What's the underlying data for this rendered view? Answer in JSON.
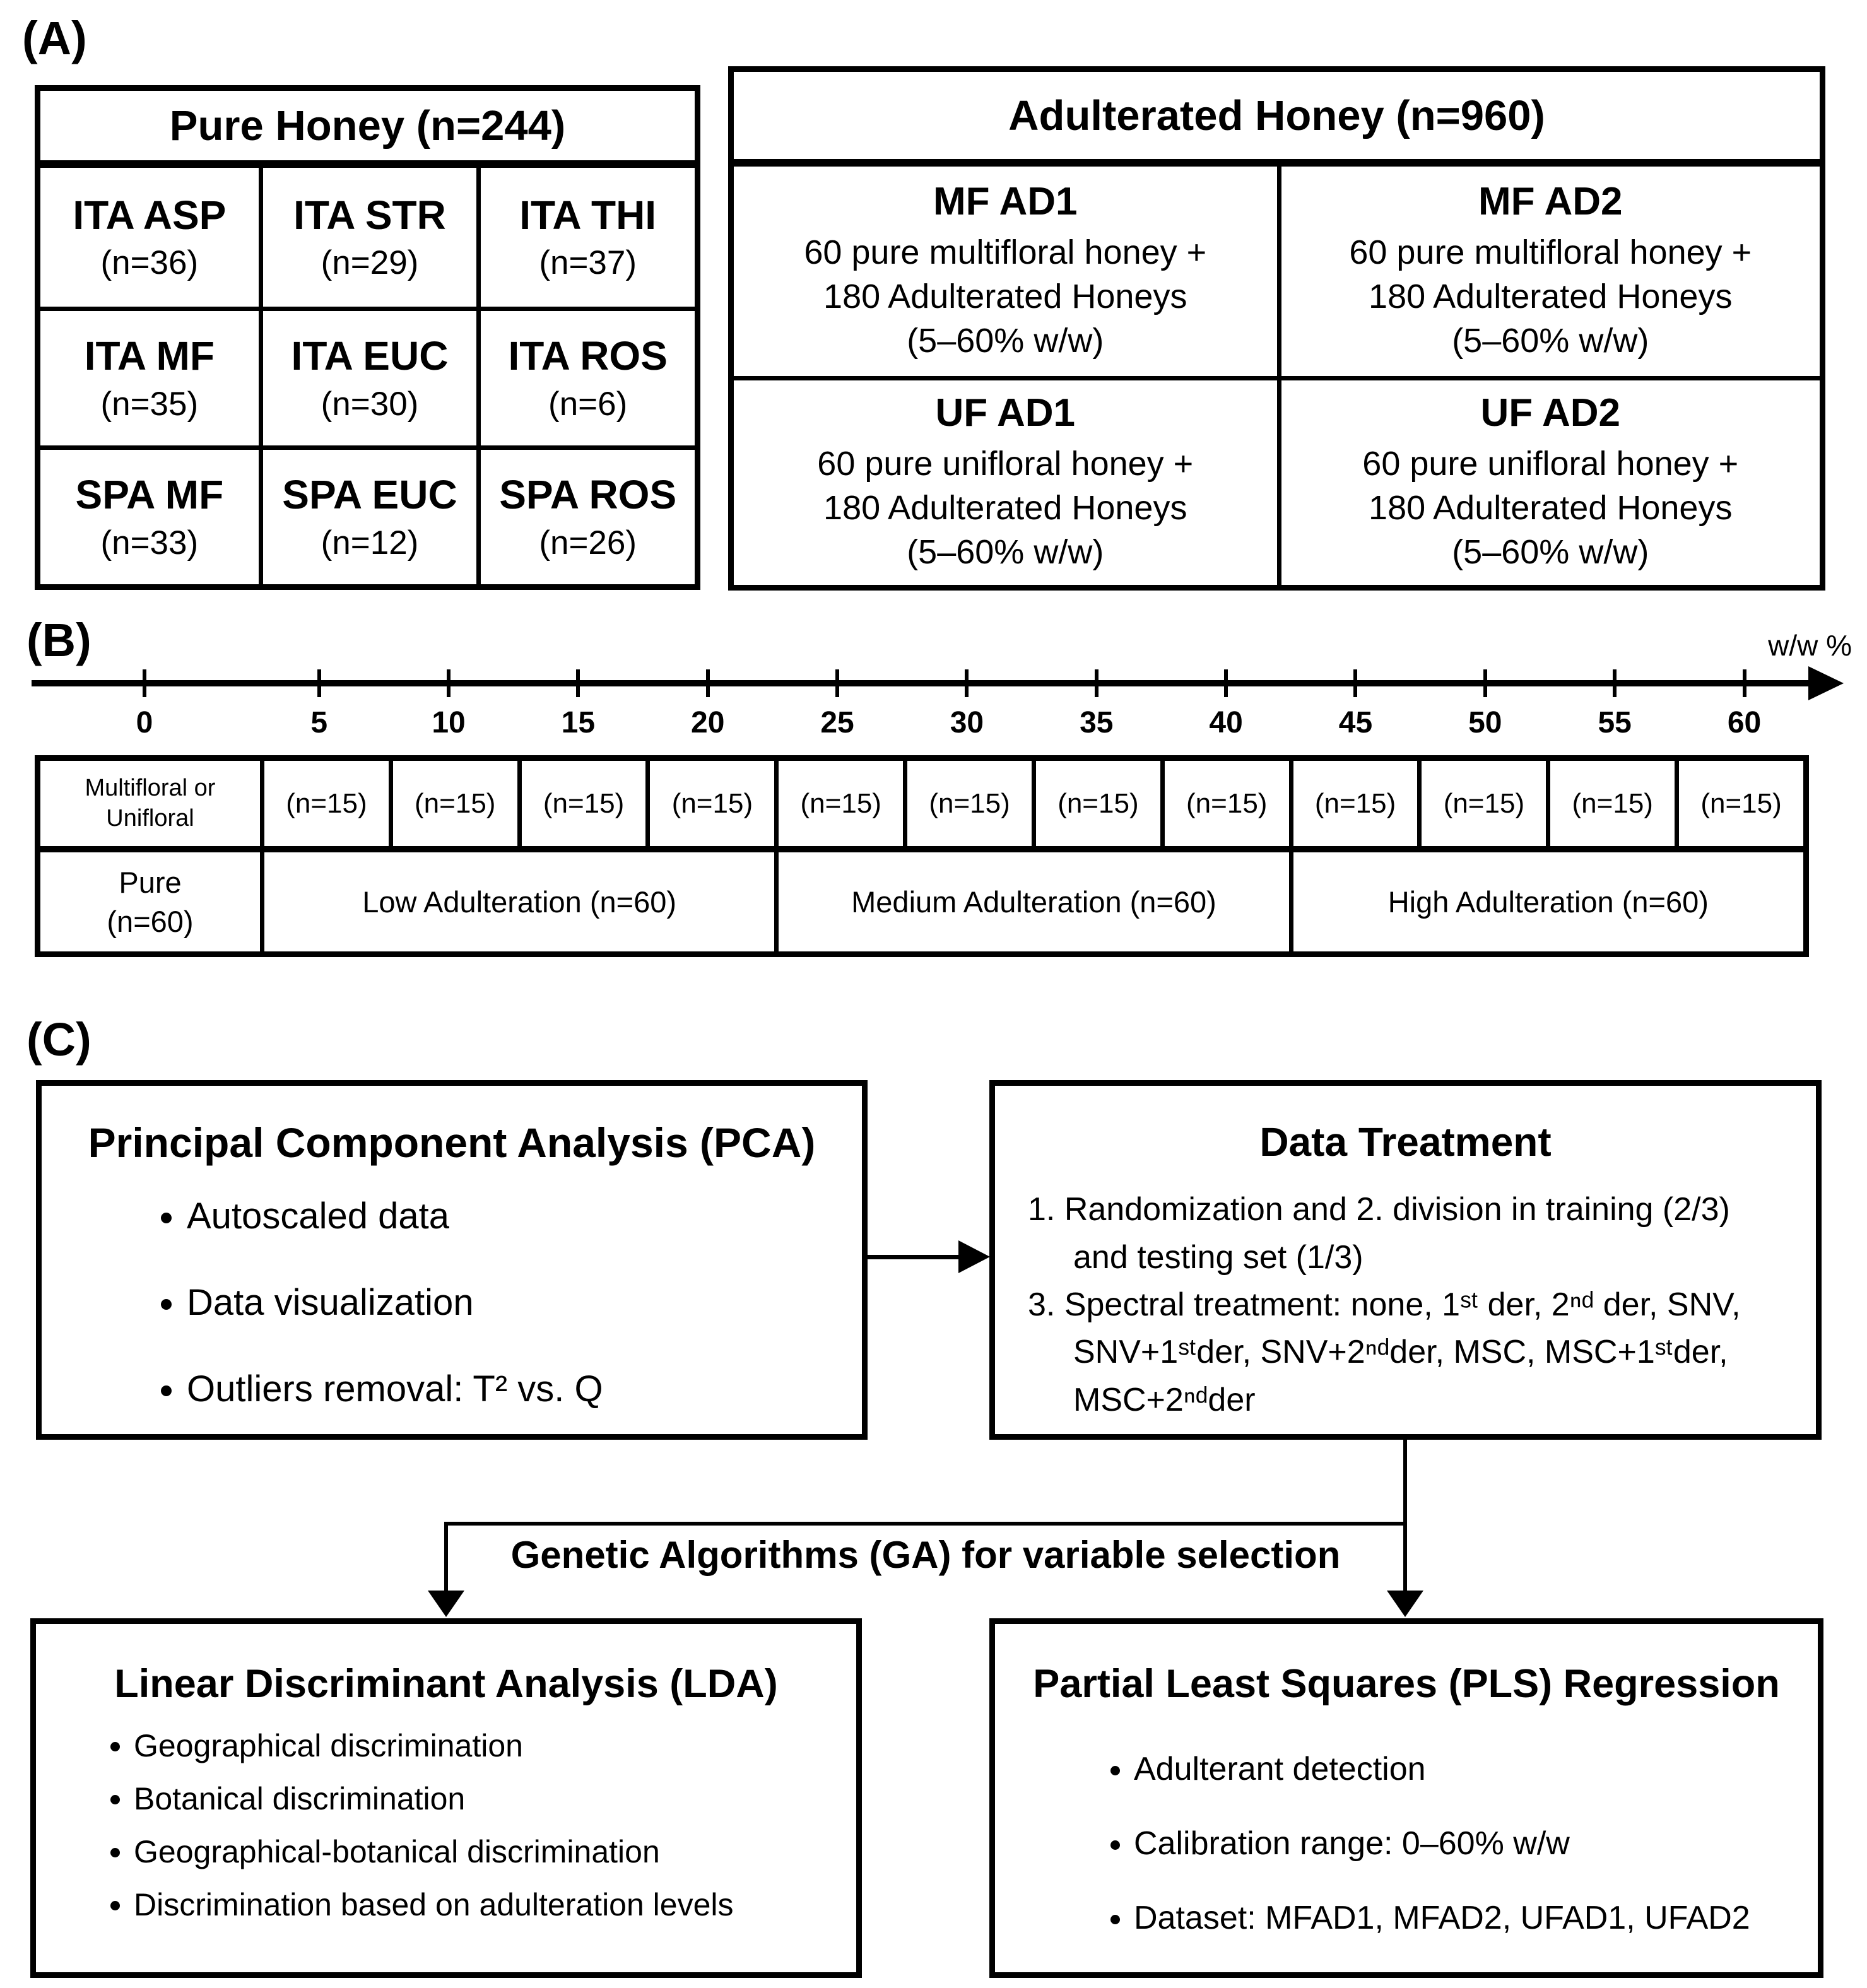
{
  "colors": {
    "ink": "#000000",
    "paper": "#ffffff"
  },
  "panelA": {
    "label": "(A)",
    "pure": {
      "header": "Pure Honey (n=244)",
      "cells": [
        {
          "name": "ITA ASP",
          "count": "(n=36)"
        },
        {
          "name": "ITA STR",
          "count": "(n=29)"
        },
        {
          "name": "ITA THI",
          "count": "(n=37)"
        },
        {
          "name": "ITA MF",
          "count": "(n=35)"
        },
        {
          "name": "ITA EUC",
          "count": "(n=30)"
        },
        {
          "name": "ITA ROS",
          "count": "(n=6)"
        },
        {
          "name": "SPA MF",
          "count": "(n=33)"
        },
        {
          "name": "SPA EUC",
          "count": "(n=12)"
        },
        {
          "name": "SPA ROS",
          "count": "(n=26)"
        }
      ]
    },
    "adulterated": {
      "header": "Adulterated Honey (n=960)",
      "cells": [
        {
          "name": "MF AD1",
          "desc": "60 pure multifloral honey +\n180 Adulterated Honeys\n(5–60% w/w)"
        },
        {
          "name": "MF AD2",
          "desc": "60 pure multifloral honey +\n180 Adulterated Honeys\n(5–60% w/w)"
        },
        {
          "name": "UF AD1",
          "desc": "60 pure unifloral honey +\n180 Adulterated Honeys\n(5–60% w/w)"
        },
        {
          "name": "UF AD2",
          "desc": "60 pure unifloral honey +\n180 Adulterated Honeys\n(5–60% w/w)"
        }
      ]
    }
  },
  "panelB": {
    "label": "(B)",
    "axis_unit": "w/w %",
    "ticks": [
      "0",
      "5",
      "10",
      "15",
      "20",
      "25",
      "30",
      "35",
      "40",
      "45",
      "50",
      "55",
      "60"
    ],
    "table": {
      "row1_header": "Multifloral or\nUnifloral",
      "row1_cells": [
        "(n=15)",
        "(n=15)",
        "(n=15)",
        "(n=15)",
        "(n=15)",
        "(n=15)",
        "(n=15)",
        "(n=15)",
        "(n=15)",
        "(n=15)",
        "(n=15)",
        "(n=15)"
      ],
      "row2_header": "Pure\n(n=60)",
      "levels": [
        "Low Adulteration (n=60)",
        "Medium Adulteration (n=60)",
        "High Adulteration (n=60)"
      ]
    }
  },
  "panelC": {
    "label": "(C)",
    "pca": {
      "title": "Principal Component Analysis (PCA)",
      "bullets": [
        "Autoscaled data",
        "Data visualization",
        "Outliers removal: T² vs. Q"
      ]
    },
    "data_treatment": {
      "title": "Data Treatment",
      "items": [
        "1. Randomization and 2. division in training (2/3) and testing set (1/3)",
        "3. Spectral treatment: none, 1ˢᵗ der, 2ⁿᵈ der, SNV, SNV+1ˢᵗder, SNV+2ⁿᵈder, MSC, MSC+1ˢᵗder, MSC+2ⁿᵈder"
      ]
    },
    "ga_label": "Genetic Algorithms (GA) for variable selection",
    "lda": {
      "title": "Linear Discriminant Analysis (LDA)",
      "bullets": [
        "Geographical discrimination",
        "Botanical discrimination",
        "Geographical-botanical discrimination",
        "Discrimination based on adulteration levels"
      ]
    },
    "pls": {
      "title": "Partial Least Squares (PLS) Regression",
      "bullets": [
        "Adulterant detection",
        "Calibration range: 0–60% w/w",
        "Dataset: MFAD1, MFAD2, UFAD1, UFAD2"
      ]
    }
  }
}
